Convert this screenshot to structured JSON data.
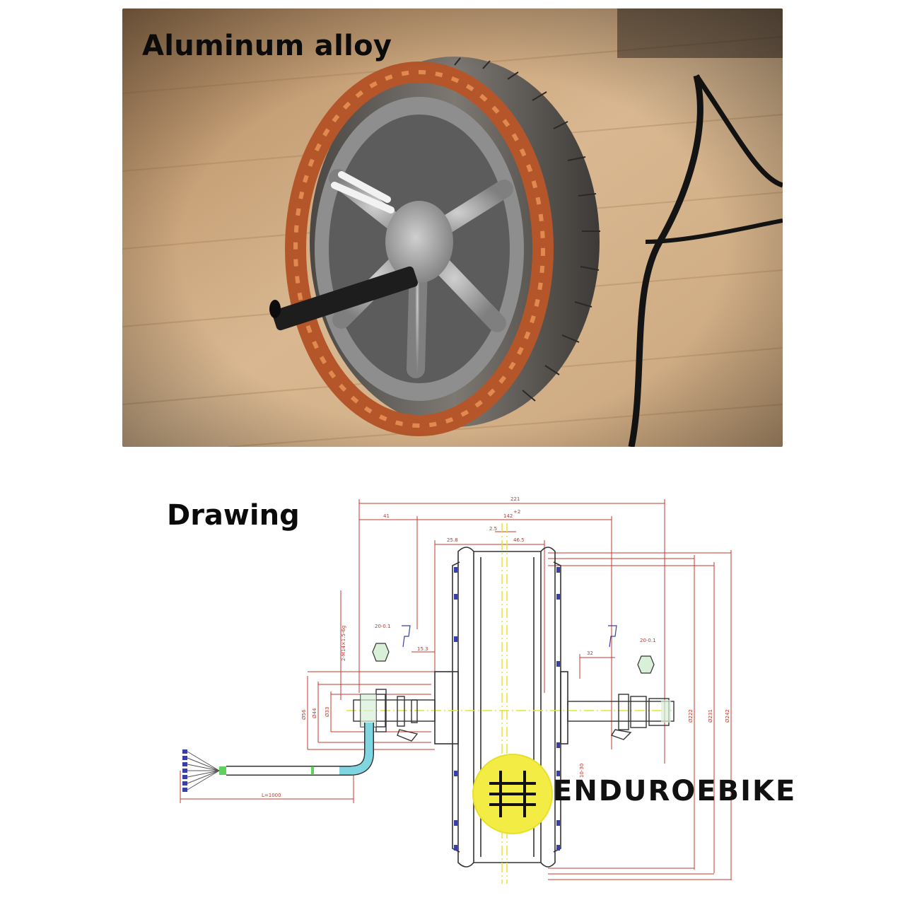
{
  "photo": {
    "caption": "Aluminum alloy"
  },
  "drawing": {
    "caption": "Drawing",
    "dimensions": {
      "overall_width": "221",
      "left_offset": "41",
      "center_width": "142",
      "center_width_tol": "+2",
      "flange_left": "25.8",
      "center_gap": "2.5",
      "flange_right": "46.5",
      "axle_left": "15.3",
      "axle_right": "32",
      "dia_56": "Ø56",
      "dia_44": "Ø44",
      "dia_33": "Ø33",
      "dia_222": "Ø222",
      "dia_231": "Ø231",
      "dia_242": "Ø242",
      "thread_left": "2-M14×1.5-6g",
      "thread_right": "10-30",
      "cable_length": "L=1000",
      "nut_left": "20-0.1",
      "nut_right": "20-0.1"
    }
  },
  "brand": {
    "name": "ENDUROEBIKE",
    "logo_color": "#f2ec45"
  },
  "colors": {
    "dimension_lines": "#c0392b",
    "centerline": "#e6e22e",
    "outline": "#333333",
    "cable_highlight": "#7fd6e0"
  }
}
